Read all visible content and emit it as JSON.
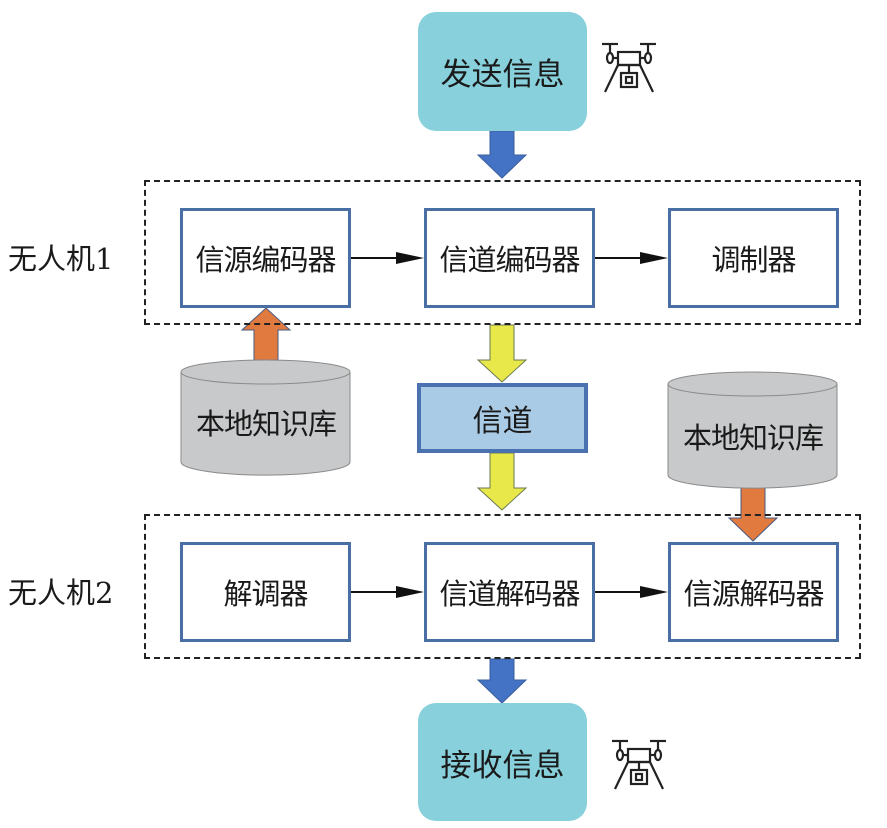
{
  "terminals": {
    "send": "发送信息",
    "receive": "接收信息"
  },
  "uav1": {
    "label": "无人机1",
    "blocks": [
      "信源编码器",
      "信道编码器",
      "调制器"
    ]
  },
  "channel": "信道",
  "uav2": {
    "label": "无人机2",
    "blocks": [
      "解调器",
      "信道解码器",
      "信源解码器"
    ]
  },
  "knowledge_base_left": "本地知识库",
  "knowledge_base_right": "本地知识库",
  "icons": [
    "drone-icon-sender",
    "drone-icon-receiver"
  ],
  "colors": {
    "terminal": "#88d1dc",
    "block_border": "#4a6fa5",
    "channel_fill": "#aacbe6",
    "blue_arrow": "#4472c4",
    "yellow_arrow": "#e8e84a",
    "orange_arrow": "#e07a3f",
    "cylinder": "#c8c9cb"
  }
}
